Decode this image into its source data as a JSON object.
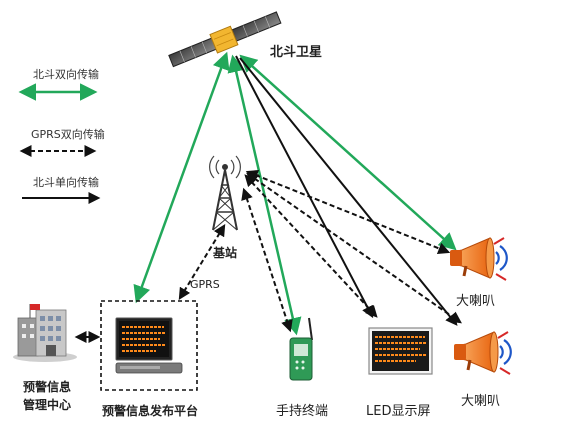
{
  "legend": {
    "items": [
      {
        "label": "北斗双向传输",
        "style": "bidirectional-solid",
        "color": "#22a85a"
      },
      {
        "label": "GPRS双向传输",
        "style": "bidirectional-dashed",
        "color": "#111111"
      },
      {
        "label": "北斗单向传输",
        "style": "unidirectional-solid",
        "color": "#111111"
      }
    ]
  },
  "nodes": {
    "satellite": {
      "label": "北斗卫星",
      "icon": "satellite-icon"
    },
    "base_station": {
      "label": "基站",
      "icon": "cell-tower-icon"
    },
    "mgmt_center": {
      "label_line1": "预警信息",
      "label_line2": "管理中心",
      "icon": "building-icon"
    },
    "platform": {
      "label": "预警信息发布平台",
      "icon": "computer-icon"
    },
    "handheld": {
      "label": "手持终端",
      "icon": "handheld-device-icon"
    },
    "led": {
      "label": "LED显示屏",
      "icon": "led-screen-icon"
    },
    "speaker1": {
      "label": "大喇叭",
      "icon": "loudspeaker-icon"
    },
    "speaker2": {
      "label": "大喇叭",
      "icon": "loudspeaker-icon"
    }
  },
  "link_labels": {
    "gprs": "GPRS"
  },
  "colors": {
    "beidou_green": "#22a85a",
    "dark": "#111111",
    "speaker_orange": "#f07a1e",
    "screen_text": "#ff8a1a"
  }
}
